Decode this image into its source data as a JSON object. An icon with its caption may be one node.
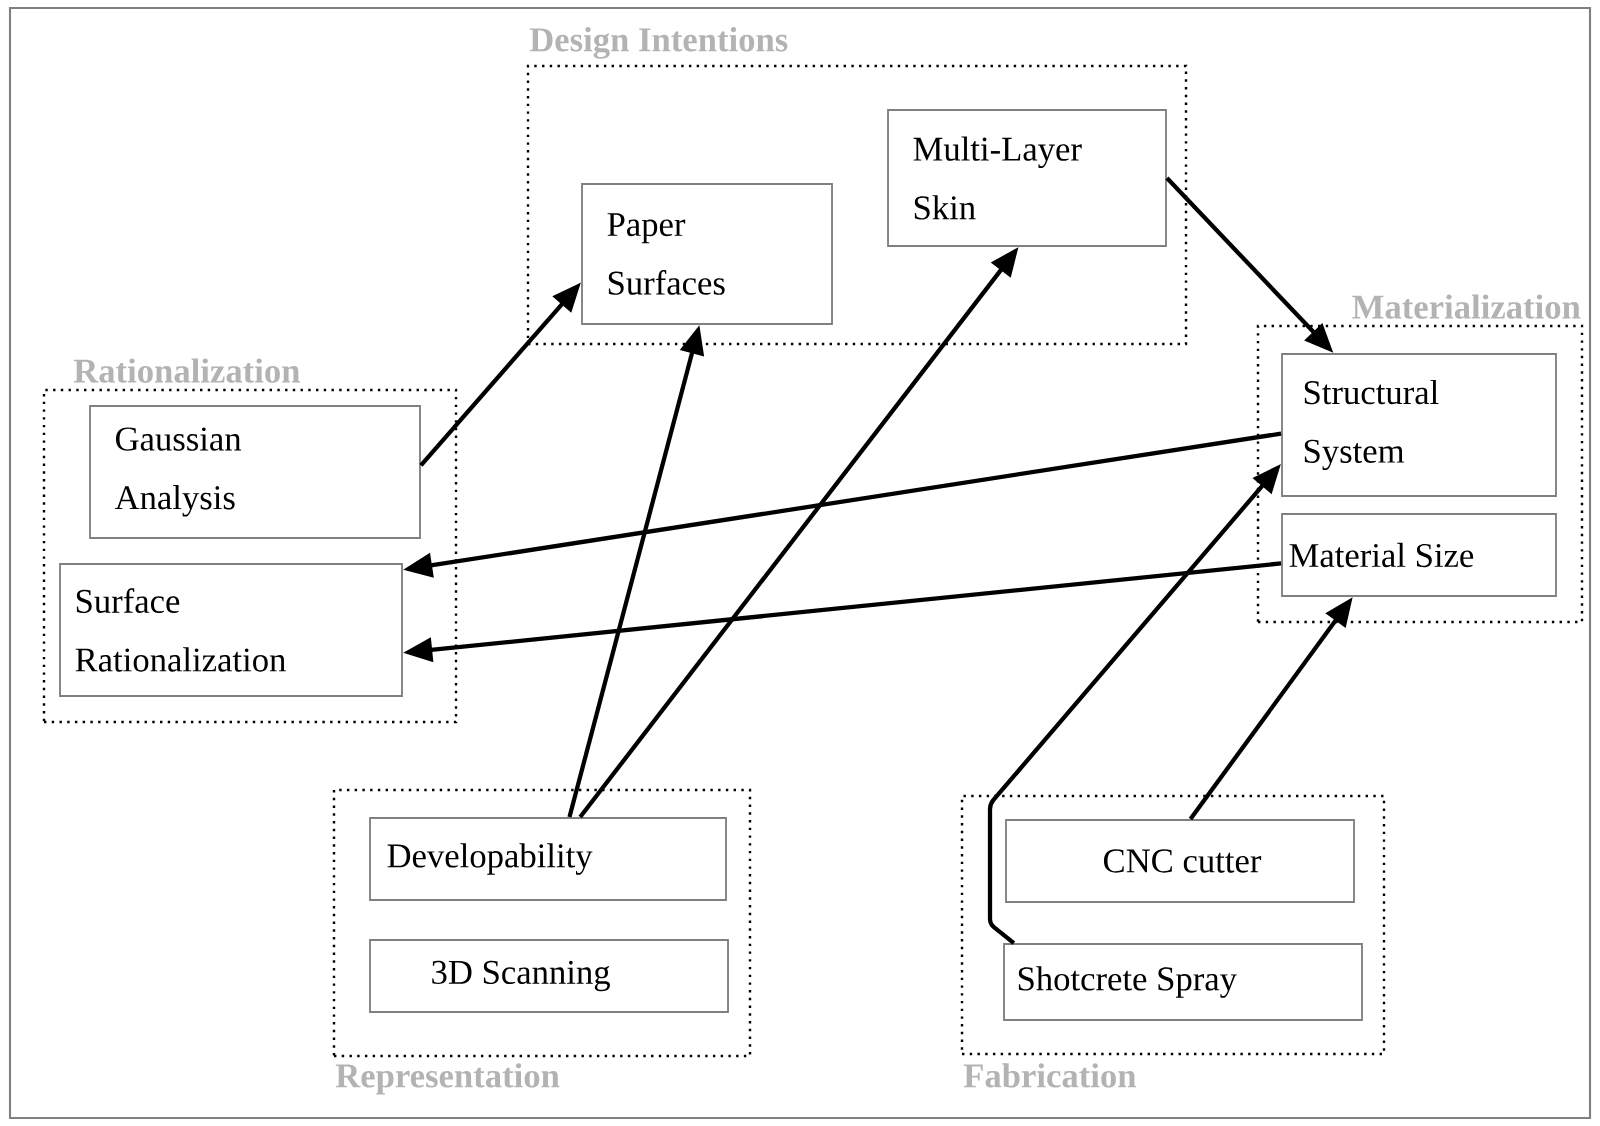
{
  "diagram": {
    "nodes": [
      {
        "text": [
          "Design Intentions"
        ]
      },
      {
        "text": [
          "Paper Surfaces"
        ],
        "in": 0
      },
      {
        "text": [
          "Multi-Layer Skin"
        ],
        "in": 0
      },
      {
        "text": [
          "Rationalization"
        ]
      },
      {
        "text": [
          "Gaussian Analysis"
        ],
        "in": 3
      },
      {
        "text": [
          "Surface Rationalization"
        ],
        "in": 3
      },
      {
        "text": [
          "Materialization"
        ]
      },
      {
        "text": [
          "Structural System"
        ],
        "in": 6
      },
      {
        "text": [
          "Material Size"
        ],
        "in": 6
      },
      {
        "text": [
          "Representation"
        ]
      },
      {
        "text": [
          "Developability"
        ],
        "in": 9
      },
      {
        "text": [
          "3D Scanning"
        ],
        "in": 9
      },
      {
        "text": [
          "Fabrication"
        ]
      },
      {
        "text": [
          "CNC cutter"
        ],
        "in": 12
      },
      {
        "text": [
          "Shotcrete Spray"
        ],
        "in": 12
      }
    ],
    "edges": [
      {
        "from": 4,
        "to": 1,
        "arrow": "to"
      },
      {
        "from": 2,
        "to": 7,
        "arrow": "to"
      },
      {
        "from": 7,
        "to": 5,
        "arrow": "to"
      },
      {
        "from": 8,
        "to": 5,
        "arrow": "to"
      },
      {
        "from": 10,
        "to": 1,
        "arrow": "to"
      },
      {
        "from": 10,
        "to": 2,
        "arrow": "to"
      },
      {
        "from": 14,
        "to": 7,
        "arrow": "to"
      },
      {
        "from": 13,
        "to": 8,
        "arrow": "to"
      }
    ]
  }
}
